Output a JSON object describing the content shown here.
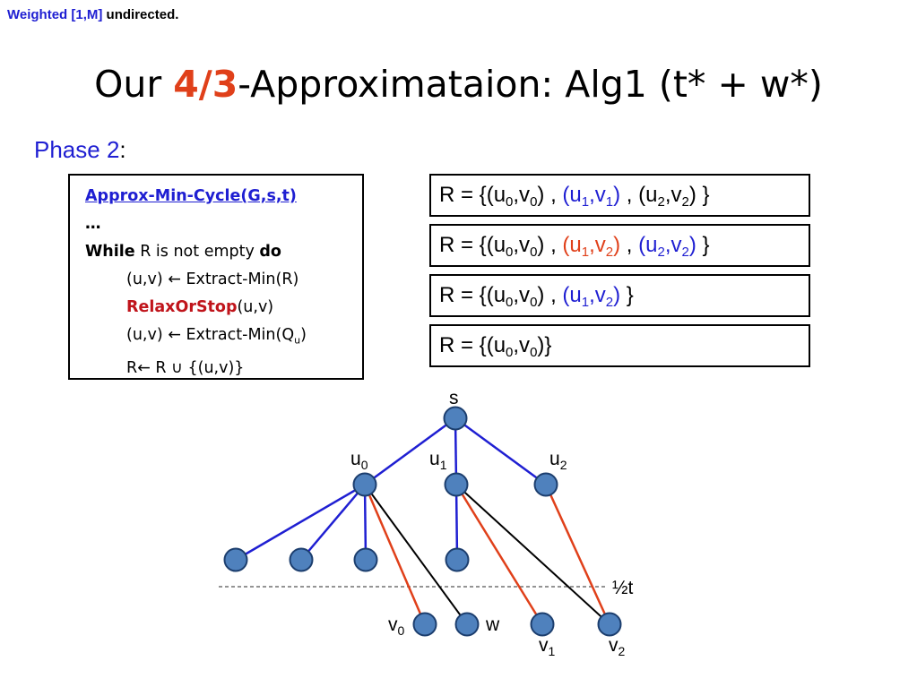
{
  "corner": {
    "blue_text": "Weighted [1,M]",
    "black_text": " undirected."
  },
  "title": {
    "pre": "Our ",
    "accent": "4/3",
    "post": "-Approximataion: Alg1 (t* + w*)"
  },
  "phase": {
    "label": "Phase 2",
    "colon": ":"
  },
  "algorithm": {
    "name": "Approx-Min-Cycle(G,s,t)",
    "ellipsis": "…",
    "while_kw": "While",
    "while_cond": " R  is not empty ",
    "do_kw": "do",
    "extract_r": "(u,v) ← Extract-Min(R)",
    "relax_name": "RelaxOrStop",
    "relax_args": "(u,v)",
    "extract_q": "(u,v) ← Extract-Min(Q",
    "extract_q_sub": "u",
    "extract_q_close": ")",
    "union": "R← R ∪ {(u,v)}"
  },
  "r_sets": {
    "prefix": "R = {(u",
    "comma": ",v",
    "sep": ") , ",
    "end": ") }",
    "end_tight": ")}",
    "open": "(u",
    "close": ")"
  },
  "graph": {
    "labels": {
      "s": "s",
      "u": "u",
      "v": "v",
      "w": "w",
      "half_t": "½t"
    },
    "subscripts": [
      "0",
      "1",
      "2"
    ]
  },
  "colors": {
    "blue": "#1f1fd2",
    "red_orange": "#e0401a",
    "dark_red": "#c0141b",
    "node": "#4f81bd"
  }
}
